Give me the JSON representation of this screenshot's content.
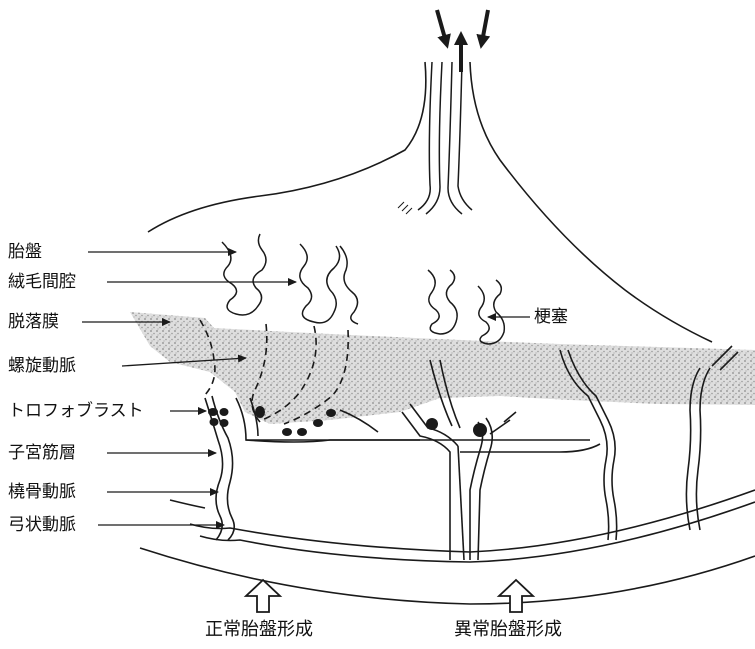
{
  "labels": {
    "placenta": "胎盤",
    "intervillous_space": "絨毛間腔",
    "decidua": "脱落膜",
    "spiral_artery": "螺旋動脈",
    "trophoblast": "トロフォブラスト",
    "myometrium": "子宮筋層",
    "radial_artery": "橈骨動脈",
    "arcuate_artery": "弓状動脈",
    "infarct": "梗塞"
  },
  "captions": {
    "normal": "正常胎盤形成",
    "abnormal": "異常胎盤形成"
  },
  "icons": {
    "flow_arrows": "blood-flow-arrows-icon",
    "normal_marker": "hollow-up-arrow-icon",
    "abnormal_marker": "hollow-up-arrow-icon"
  },
  "colors": {
    "line": "#1a1a1a",
    "decidua_fill": "#c8c8c8",
    "trophoblast_cell": "#1a1a1a"
  }
}
